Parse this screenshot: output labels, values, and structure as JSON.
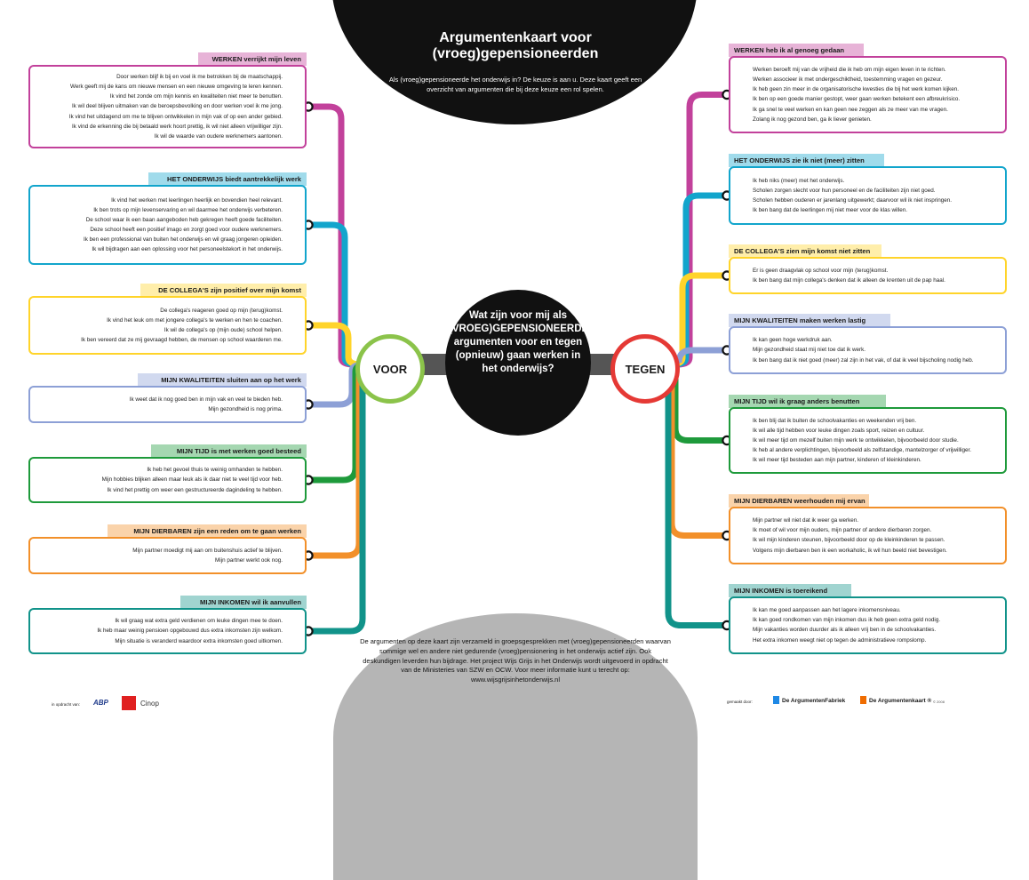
{
  "header": {
    "title": "Argumentenkaart voor (vroeg)gepensioneerden",
    "intro": "Als (vroeg)gepensioneerde het onderwijs in? De keuze is aan u. Deze kaart geeft een overzicht van argumenten die bij deze keuze een rol spelen."
  },
  "center": {
    "question": "Wat zijn voor mij als (VROEG)GEPENSIONEERDE argumenten voor en tegen (opnieuw) gaan werken in het onderwijs?",
    "voor_label": "VOOR",
    "tegen_label": "TEGEN"
  },
  "colors": {
    "werken": "#c2419b",
    "onderwijs": "#12a5cc",
    "collegas": "#ffd42a",
    "kwaliteiten": "#8da0d6",
    "tijd": "#1e9a3b",
    "dierbaren": "#f2902a",
    "inkomen": "#11938a",
    "voor_ring": "#8bc34a",
    "tegen_ring": "#e53935"
  },
  "voor": [
    {
      "key": "werken",
      "hi": "WERKEN",
      "rest": " verrijkt mijn leven",
      "items": [
        "Door werken blijf ik bij en voel ik me betrokken bij de maatschappij.",
        "Werk geeft mij de kans om nieuwe mensen en een nieuwe omgeving te leren kennen.",
        "Ik vind het zonde om mijn kennis en kwaliteiten niet meer te benutten.",
        "Ik wil deel blijven uitmaken van de beroepsbevolking en door werken voel ik me jong.",
        "Ik vind het uitdagend om me te blijven ontwikkelen in mijn vak of op een ander gebied.",
        "Ik vind de erkenning die bij betaald werk hoort prettig, ik wil niet alleen vrijwilliger zijn.",
        "Ik wil de waarde van oudere werknemers aantonen."
      ]
    },
    {
      "key": "onderwijs",
      "hi": "HET ONDERWIJS",
      "rest": " biedt aantrekkelijk werk",
      "items": [
        "Ik vind het werken met leerlingen heerlijk en bovendien heel relevant.",
        "Ik ben trots op mijn levenservaring en wil daarmee het onderwijs verbeteren.",
        "De school waar ik een baan aangeboden heb gekregen heeft goede faciliteiten.",
        "Deze school heeft een positief imago en zorgt goed voor oudere werknemers.",
        "Ik ben een professional van buiten het onderwijs en wil graag jongeren opleiden.",
        "Ik wil bijdragen aan een oplossing voor het personeelstekort in het onderwijs."
      ]
    },
    {
      "key": "collegas",
      "hi": "DE COLLEGA'S",
      "rest": " zijn positief over mijn komst",
      "items": [
        "De collega's reageren goed op mijn (terug)komst.",
        "Ik vind het leuk om met jongere collega's te werken en hen te coachen.",
        "Ik wil de collega's op (mijn oude) school helpen.",
        "Ik ben vereerd dat ze mij gevraagd hebben, de mensen op school waarderen me."
      ]
    },
    {
      "key": "kwaliteiten",
      "hi": "MIJN KWALITEITEN",
      "rest": " sluiten aan op het werk",
      "items": [
        "Ik weet dat ik nog goed ben in mijn vak en veel te bieden heb.",
        "Mijn gezondheid is nog prima."
      ]
    },
    {
      "key": "tijd",
      "hi": "MIJN TIJD",
      "rest": " is met werken goed besteed",
      "items": [
        "Ik heb het gevoel thuis te weinig omhanden te hebben.",
        "Mijn hobbies blijken alleen maar leuk als ik daar niet te veel tijd voor heb.",
        "Ik vind het prettig om weer een gestructureerde dagindeling te hebben."
      ]
    },
    {
      "key": "dierbaren",
      "hi": "MIJN DIERBAREN",
      "rest": " zijn een reden om te gaan werken",
      "items": [
        "Mijn partner moedigt mij aan om buitenshuis actief te blijven.",
        "Mijn partner werkt ook nog."
      ]
    },
    {
      "key": "inkomen",
      "hi": "MIJN INKOMEN",
      "rest": " wil ik aanvullen",
      "items": [
        "Ik wil graag wat extra geld verdienen om leuke dingen mee te doen.",
        "Ik heb maar weinig pensioen opgebouwd dus extra inkomsten zijn welkom.",
        "Mijn situatie is veranderd waardoor extra inkomsten goed uitkomen."
      ]
    }
  ],
  "tegen": [
    {
      "key": "werken",
      "hi": "WERKEN",
      "rest": " heb ik al genoeg gedaan",
      "items": [
        "Werken beroeft mij van de vrijheid die ik heb om mijn eigen leven in te richten.",
        "Werken associeer ik met ondergeschiktheid, toestemming vragen en gezeur.",
        "Ik heb geen zin meer in de organisatorische kwesties die bij het werk komen kijken.",
        "Ik ben op een goede manier gestopt, weer gaan werken betekent een afbreukrisico.",
        "Ik ga snel te veel werken en kan geen nee zeggen als ze meer van me vragen.",
        "Zolang ik nog gezond ben, ga ik liever genieten."
      ]
    },
    {
      "key": "onderwijs",
      "hi": "HET ONDERWIJS",
      "rest": " zie ik niet (meer) zitten",
      "items": [
        "Ik heb niks (meer) met het onderwijs.",
        "Scholen zorgen slecht voor hun personeel en de faciliteiten zijn niet goed.",
        "Scholen hebben ouderen er jarenlang uitgewerkt; daarvoor wil ik niet inspringen.",
        "Ik ben bang dat de leerlingen mij niet meer voor de klas willen."
      ]
    },
    {
      "key": "collegas",
      "hi": "DE COLLEGA'S",
      "rest": " zien mijn komst niet zitten",
      "items": [
        "Er is geen draagvlak op school voor mijn (terug)komst.",
        "Ik ben bang dat mijn collega's denken dat ik alleen de krenten uit de pap haal."
      ]
    },
    {
      "key": "kwaliteiten",
      "hi": "MIJN KWALITEITEN",
      "rest": " maken werken lastig",
      "items": [
        "Ik kan geen hoge werkdruk aan.",
        "Mijn gezondheid staat mij niet toe dat ik werk.",
        "Ik ben bang dat ik niet goed (meer) zal zijn in het vak, of dat ik veel bijscholing nodig heb."
      ]
    },
    {
      "key": "tijd",
      "hi": "MIJN TIJD",
      "rest": " wil ik graag anders benutten",
      "items": [
        "Ik ben blij dat ik buiten de schoolvakanties en weekenden vrij ben.",
        "Ik wil alle tijd hebben voor leuke dingen zoals sport, reizen en cultuur.",
        "Ik wil meer tijd om mezelf buiten mijn werk te ontwikkelen, bijvoorbeeld door studie.",
        "Ik heb al andere verplichtingen, bijvoorbeeld als zelfstandige, mantelzorger of vrijwilliger.",
        "Ik wil meer tijd besteden aan mijn partner, kinderen of kleinkinderen."
      ]
    },
    {
      "key": "dierbaren",
      "hi": "MIJN DIERBAREN",
      "rest": " weerhouden mij ervan",
      "items": [
        "Mijn partner wil niet dat ik weer ga werken.",
        "Ik moet of wil voor mijn ouders, mijn partner of andere dierbaren zorgen.",
        "Ik wil mijn kinderen steunen, bijvoorbeeld door op de kleinkinderen te passen.",
        "Volgens mijn dierbaren ben ik een workaholic, ik wil hun beeld niet bevestigen."
      ]
    },
    {
      "key": "inkomen",
      "hi": "MIJN INKOMEN",
      "rest": " is toereikend",
      "items": [
        "Ik kan me goed aanpassen aan het lagere inkomensniveau.",
        "Ik kan goed rondkomen van mijn inkomen dus ik heb geen extra geld nodig.",
        "Mijn vakanties worden duurder als ik alleen vrij ben in de schoolvakanties.",
        "Het extra inkomen weegt niet op tegen de administratieve rompslomp."
      ]
    }
  ],
  "footer": {
    "text": "De argumenten op deze kaart zijn verzameld in groepsgesprekken met (vroeg)gepensioneerden waarvan sommige wel en andere niet gedurende (vroeg)pensionering in het onderwijs actief zijn. Ook deskundigen leverden hun bijdrage. Het project Wijs Grijs in het Onderwijs wordt uitgevoerd in opdracht van de Ministeries van SZW en OCW. Voor meer informatie kunt u terecht op: www.wijsgrijsinhetonderwijs.nl",
    "opdracht_label": "in opdracht van:",
    "abp": "ABP",
    "cinop": "Cinop",
    "gemaakt_label": "gemaakt door:",
    "fabriek": "De ArgumentenFabriek",
    "kaart": "De Argumentenkaart ®",
    "copyright": "© 2008"
  }
}
